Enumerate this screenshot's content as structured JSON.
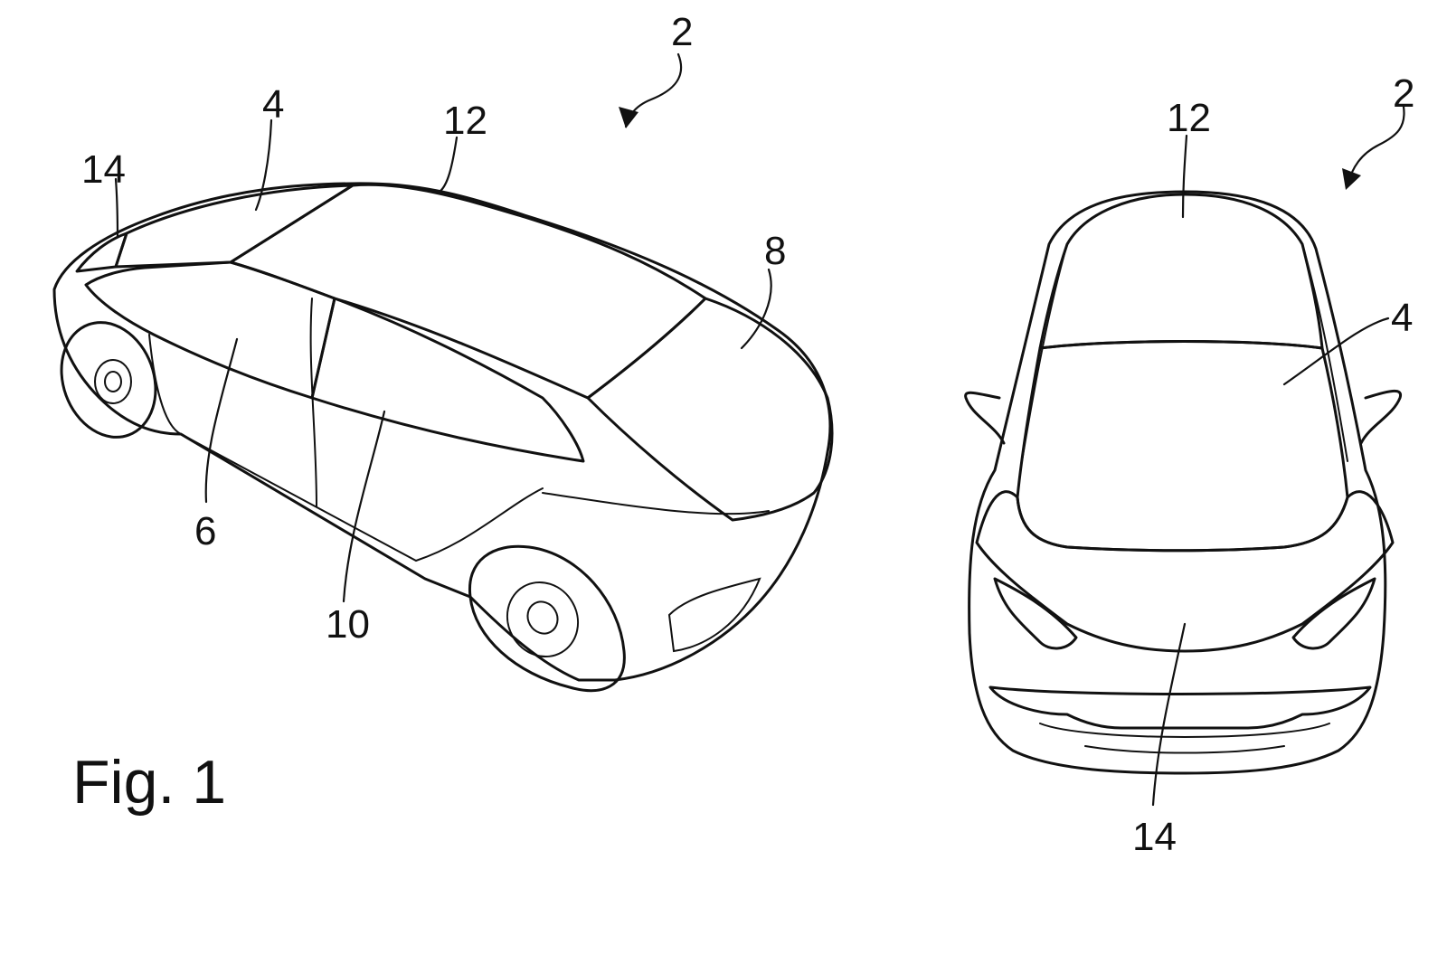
{
  "figure": {
    "caption": "Fig. 1",
    "side_view": {
      "ref_vehicle": "2",
      "ref_14": "14",
      "ref_4": "4",
      "ref_12": "12",
      "ref_8": "8",
      "ref_6": "6",
      "ref_10": "10"
    },
    "front_view": {
      "ref_vehicle": "2",
      "ref_12": "12",
      "ref_4": "4",
      "ref_14": "14"
    }
  },
  "colors": {
    "ink": "#111111",
    "paper": "#ffffff"
  }
}
